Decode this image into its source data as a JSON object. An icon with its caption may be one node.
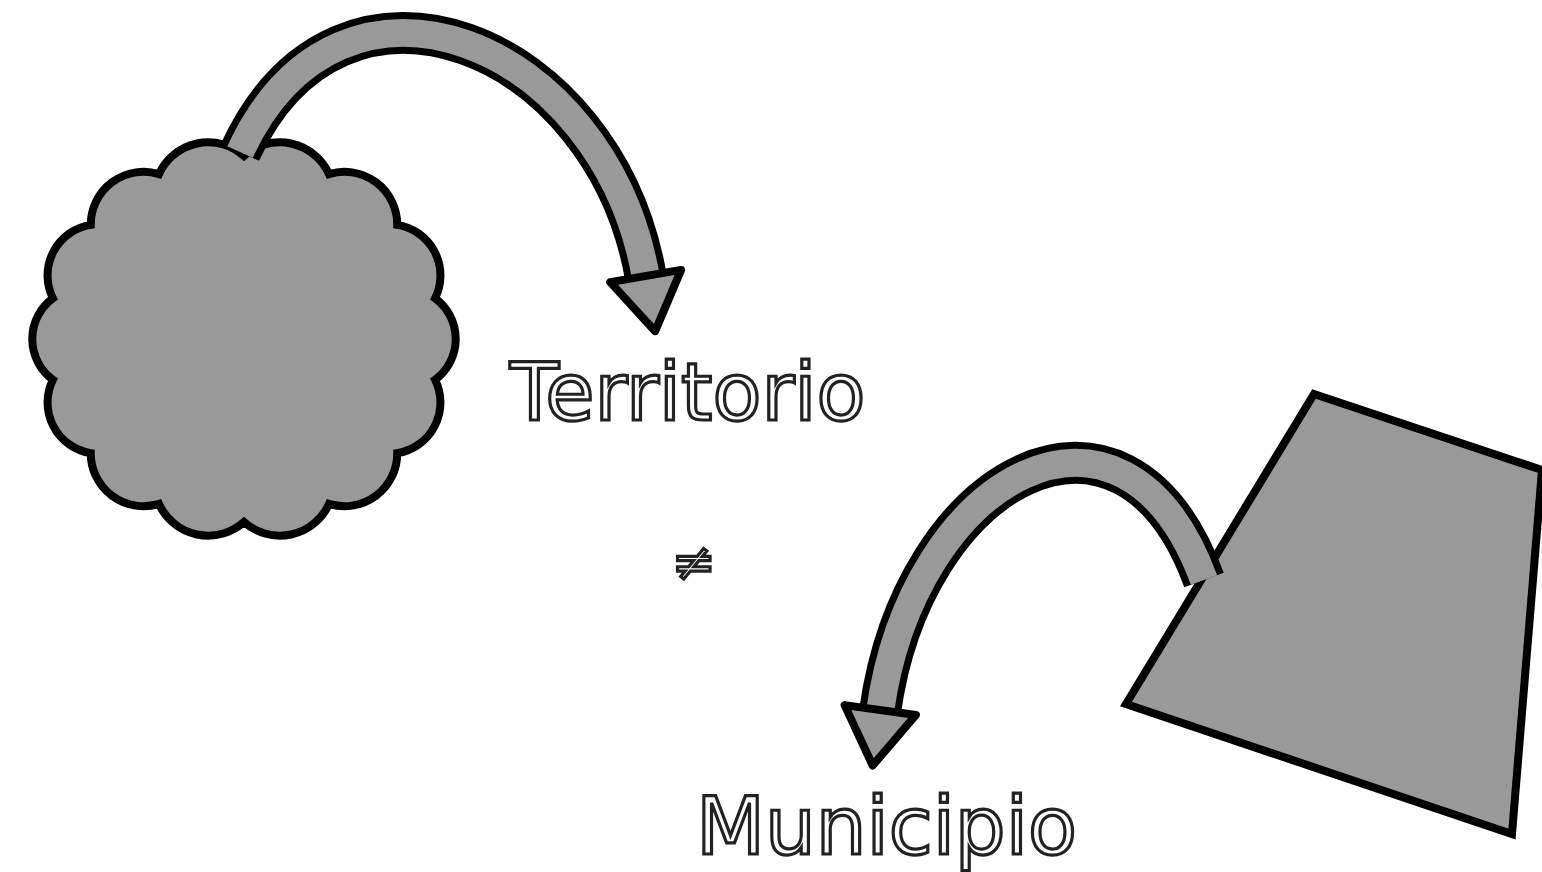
{
  "diagram": {
    "nodes": [
      {
        "text": [],
        "shape": "cloud"
      },
      {
        "text": [
          "Territorio"
        ]
      },
      {
        "text": [],
        "shape": "box"
      },
      {
        "text": [
          "Municipio"
        ]
      }
    ],
    "edges": [
      {
        "from": 0,
        "to": 1,
        "arrow": "to"
      },
      {
        "from": 2,
        "to": 3,
        "arrow": "to"
      }
    ],
    "labels": [
      "≠"
    ]
  }
}
